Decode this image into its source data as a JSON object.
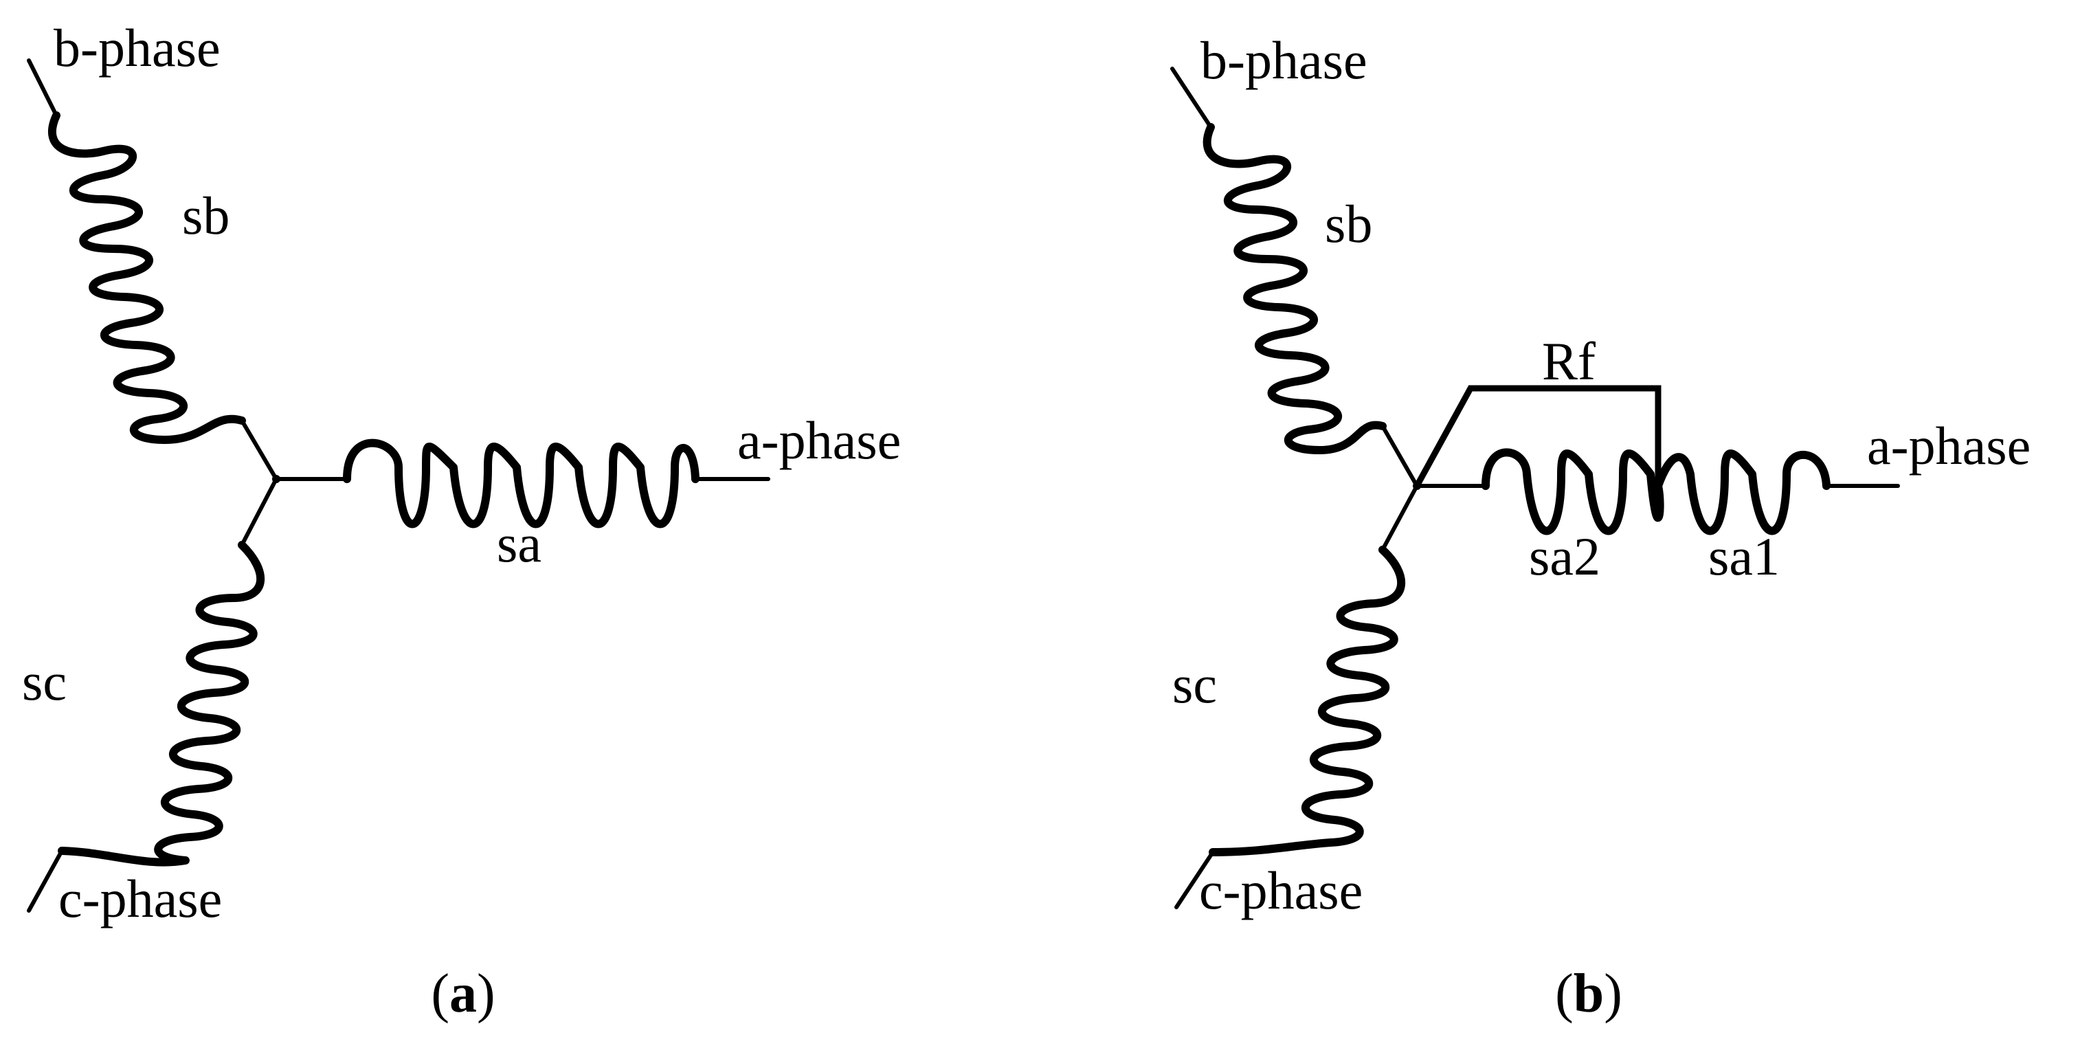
{
  "panel_a": {
    "b_phase": "b-phase",
    "a_phase": "a-phase",
    "c_phase": "c-phase",
    "sb": "sb",
    "sa": "sa",
    "sc": "sc",
    "caption_open": "(",
    "caption_letter": "a",
    "caption_close": ")"
  },
  "panel_b": {
    "b_phase": "b-phase",
    "a_phase": "a-phase",
    "c_phase": "c-phase",
    "sb": "sb",
    "sc": "sc",
    "rf": "Rf",
    "sa2": "sa2",
    "sa1": "sa1",
    "caption_open": "(",
    "caption_letter": "b",
    "caption_close": ")"
  }
}
